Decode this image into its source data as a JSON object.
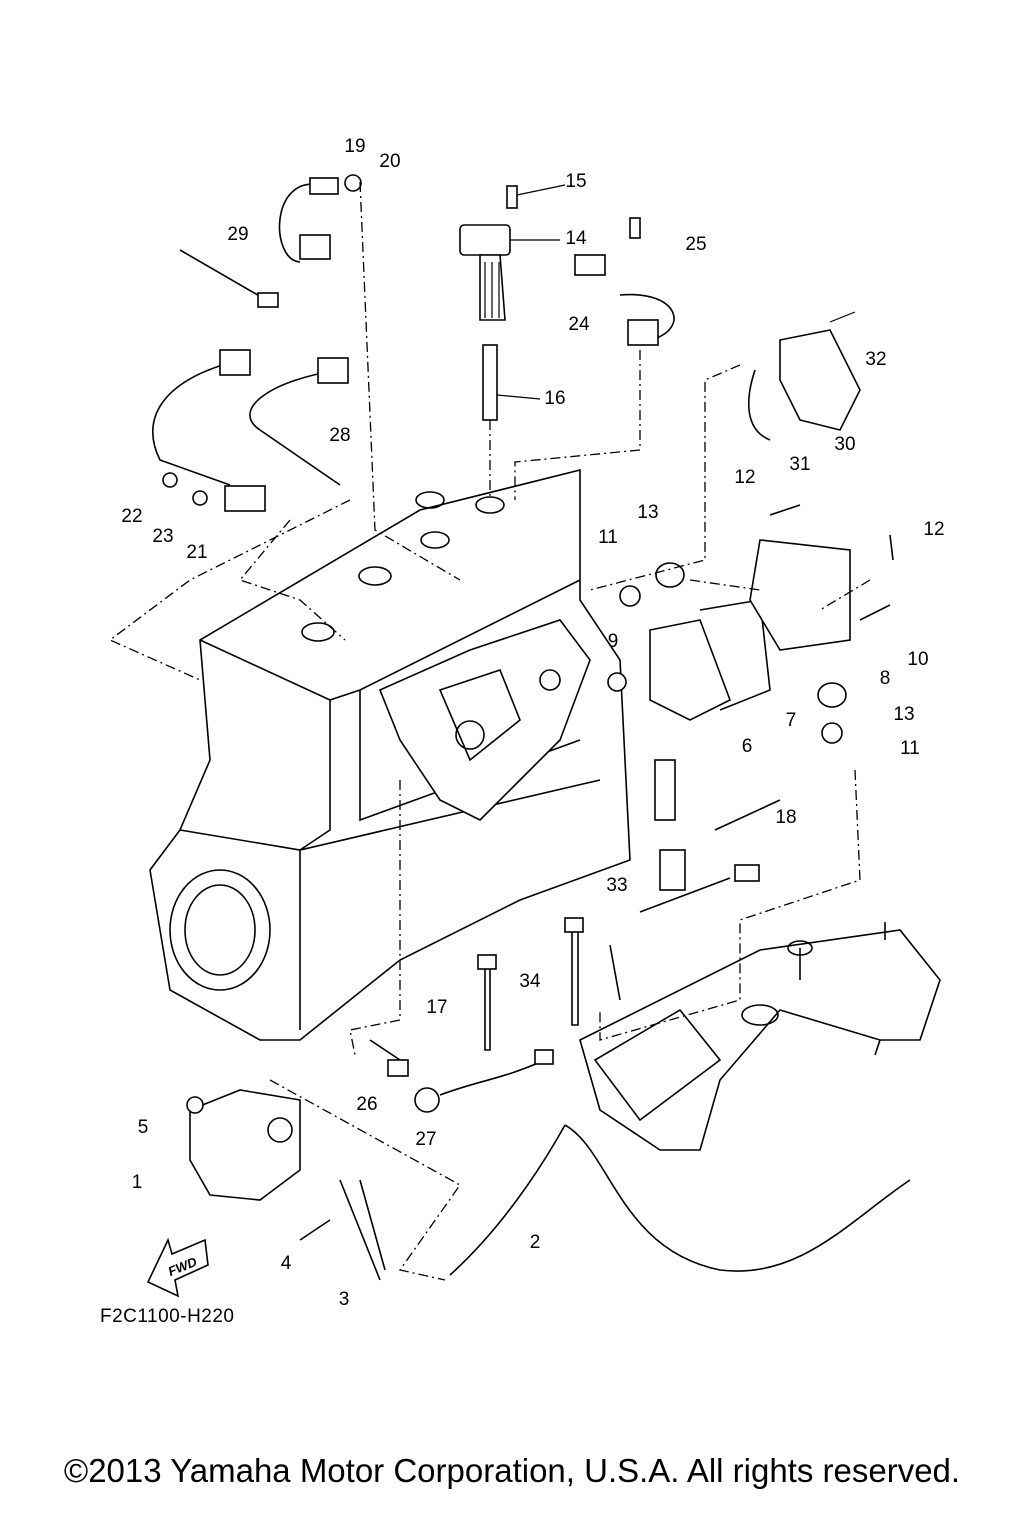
{
  "diagram_code": "F2C1100-H220",
  "fwd_arrow": "FWD",
  "copyright": "©2013 Yamaha Motor Corporation, U.S.A. All rights reserved.",
  "labels": [
    "19",
    "20",
    "15",
    "14",
    "25",
    "29",
    "24",
    "32",
    "16",
    "30",
    "31",
    "28",
    "12",
    "12",
    "13",
    "11",
    "22",
    "23",
    "21",
    "9",
    "10",
    "8",
    "7",
    "13",
    "6",
    "11",
    "18",
    "33",
    "34",
    "17",
    "26",
    "27",
    "5",
    "1",
    "2",
    "4",
    "3"
  ]
}
